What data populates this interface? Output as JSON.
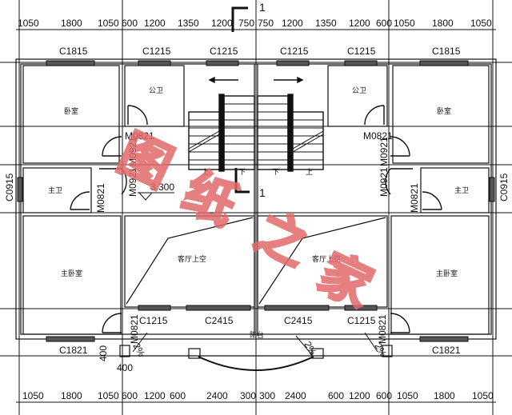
{
  "drawing": {
    "type": "architectural floor plan",
    "section_marker": "1",
    "elevation_mark": "3.300",
    "balcony_label": "阳台",
    "slope_label": "2%",
    "watermark": [
      "图",
      "纸",
      "之",
      "家"
    ],
    "watermark_color": "#e26a6a",
    "line_color": "#111111"
  },
  "dimensions": {
    "top": [
      "1050",
      "1800",
      "1050",
      "600",
      "1200",
      "1350",
      "1200",
      "750",
      "750",
      "1200",
      "1350",
      "1200",
      "600",
      "1050",
      "1800",
      "1050"
    ],
    "bottom": [
      "1050",
      "1800",
      "1050",
      "600",
      "1200",
      "600",
      "2400",
      "300",
      "300",
      "2400",
      "600",
      "1200",
      "600",
      "1050",
      "1800",
      "1050"
    ],
    "porch_v": "400",
    "porch_h": "400"
  },
  "windows": {
    "top": [
      "C1815",
      "C1215",
      "C1215",
      "C1215",
      "C1215",
      "C1815"
    ],
    "side_left": "C0915",
    "side_right": "C0915",
    "front": [
      "C1215",
      "C2415",
      "C2415",
      "C1215"
    ],
    "bottom": [
      "C1821",
      "C1821"
    ]
  },
  "doors": {
    "left": [
      "M0821",
      "M0921",
      "M0921",
      "M0821",
      "M0821"
    ],
    "right": [
      "M0821",
      "M0921",
      "M0921",
      "M0821",
      "M0821"
    ]
  },
  "rooms": {
    "left": {
      "bedroom": "卧室",
      "public_bath": "公卫",
      "master_bath": "主卫",
      "master_bedroom": "主卧室",
      "void": "客厅上空"
    },
    "right": {
      "bedroom": "卧室",
      "public_bath": "公卫",
      "master_bath": "主卫",
      "master_bedroom": "主卧室",
      "void": "客厅上空"
    }
  },
  "stairs": {
    "up": "上",
    "down": "下"
  }
}
